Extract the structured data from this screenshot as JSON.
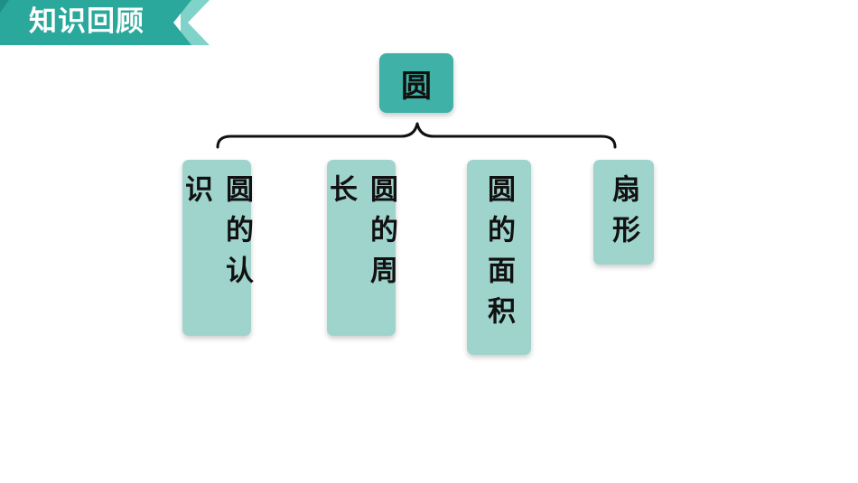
{
  "banner": {
    "title": "知识回顾",
    "color_dark": "#2aa89b",
    "color_light": "#7fd3c9"
  },
  "diagram": {
    "root": {
      "label": "圆",
      "color": "#3fb1a6"
    },
    "children": [
      {
        "label": "圆的认识"
      },
      {
        "label": "圆的周长"
      },
      {
        "label": "圆的面积"
      },
      {
        "label": "扇形"
      }
    ],
    "child_color": "#9fd4cd"
  }
}
